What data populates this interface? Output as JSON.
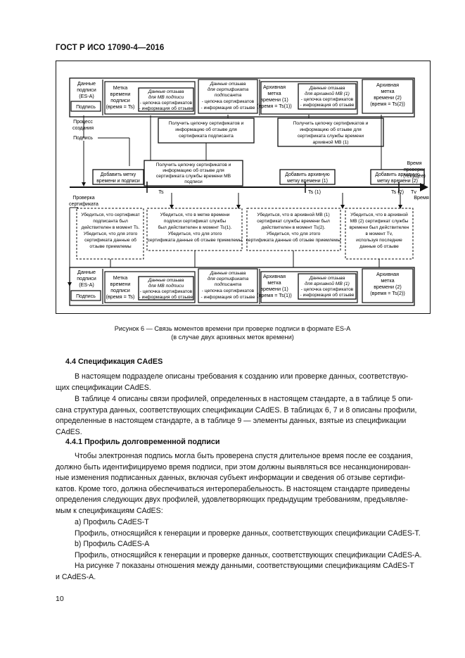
{
  "header": {
    "title": "ГОСТ Р ИСО 17090-4—2016"
  },
  "figure": {
    "top_row": {
      "data_signed": [
        "Данные",
        "подписи",
        "(ES-A)"
      ],
      "sign_label": "Подпись",
      "timestamp": [
        "Метка",
        "времени",
        "подписи",
        "(время = Ts)"
      ],
      "revoc_mv": [
        "Данные отзыва",
        "для МВ подписи",
        "- цепочка сертификатов",
        "- информация об отзыве"
      ],
      "revoc_signer": [
        "Данные отзыва",
        "для сертификата",
        "подписанта",
        "- цепочка сертификатов",
        "- информация об отзыве"
      ],
      "archive1": [
        "Архивная",
        "метка",
        "времени (1)",
        "(время = Ts(1))"
      ],
      "revoc_arch": [
        "Данные отзыва",
        "для архивной МВ (1)",
        "- цепочка сертификатов",
        "- информация об отзыве"
      ],
      "archive2": [
        "Архивная",
        "метка",
        "времени (2)",
        "(время = Ts(2))"
      ]
    },
    "process": [
      "Процесс",
      "создания"
    ],
    "signature_word": "Подпись",
    "get1": [
      "Получить цепочку сертификатов и",
      "информацию об отзыве для",
      "сертификата подписанта"
    ],
    "get2": [
      "Получить цепочку сертификатов и",
      "информацию об отзыве для",
      "сертификата службы времени",
      "архивной МВ (1)"
    ],
    "get3": [
      "Получить цепочку сертификатов и",
      "информацию об отзыве для",
      "сертификата службы времени МВ",
      "подписи"
    ],
    "add_ts": [
      "Добавить метку",
      "времени и подписи"
    ],
    "add_arch1": [
      "Добавить архивную",
      "метку времени (1)"
    ],
    "add_arch2": [
      "Добавить архивную",
      "метку времени (2)"
    ],
    "time_check": [
      "Время",
      "проверки",
      "(текущее)"
    ],
    "time_axis": "Время",
    "ticks": {
      "ts": "Ts",
      "ts1": "Ts (1)",
      "ts2": "Ts (2)",
      "tv": "Tv"
    },
    "check_cert": [
      "Проверка",
      "сертификата"
    ],
    "verify1": [
      "Убедиться, что сертификат",
      "подписанта был",
      "действителен в момент Ts.",
      "Убедиться, что для этого",
      "сертификата данные об",
      "отзыве приемлемы"
    ],
    "verify2": [
      "Убедиться, что в метке времени",
      "подписи сертификат службы",
      "был действителен в момент Ts(1).",
      "Убедиться, что для этого",
      "сертификата данные об отзыве приемлемы"
    ],
    "verify3": [
      "Убедиться, что в архивной МВ (1)",
      "сертификат службы времени был",
      "действителен в момент Ts(2).",
      "Убедиться, что для этого",
      "сертификата данные об отзыве приемлемы"
    ],
    "verify4": [
      "Убедиться, что в архивной",
      "МВ (2) сертификат службы",
      "времени был действителен",
      "в момент Tv,",
      "используя последние",
      "данные об отзыве"
    ]
  },
  "caption": [
    "Рисунок 6 — Связь моментов времени при проверке подписи в формате ES-A",
    "(в случае двух архивных меток времени)"
  ],
  "section_4_4": "4.4  Спецификация CAdES",
  "para1_l1": "В настоящем подразделе описаны требования к созданию или проверке данных, соответствую-",
  "para1_l2": "щих спецификации CAdES.",
  "para2_l1": "В таблице 4 описаны связи профилей, определенных в настоящем стандарте, а в таблице 5 опи-",
  "para2_l2": "сана структура данных, соответствующих спецификации CAdES. В таблицах 6, 7 и 8 описаны профили,",
  "para2_l3": "определенные в настоящем стандарте, а в таблице 9 — элементы данных, взятые из спецификации",
  "para2_l4": "CAdES.",
  "section_4_4_1": "4.4.1  Профиль долговременной подписи",
  "para3_l1": "Чтобы электронная подпись могла быть проверена спустя длительное время после ее создания,",
  "para3_l2": "должно быть идентифицируемо время подписи, при этом должны выявляться все несанкционирован-",
  "para3_l3": "ные изменения подписанных данных, включая субъект информации и сведения об отзыве сертифи-",
  "para3_l4": "катов. Кроме того, должна обеспечиваться интероперабельность. В настоящем стандарте приведены",
  "para3_l5": "определения следующих двух профилей, удовлетворяющих предыдущим требованиям, предъявляе-",
  "para3_l6": "мым к спецификациям CAdES:",
  "item_a": "а) Профиль CAdES-T",
  "item_a_text": "Профиль, относящийся к генерации и проверке данных, соответствующих спецификации CAdES-T.",
  "item_b": "b) Профиль CAdES-A",
  "item_b_text": "Профиль, относящийся к генерации и проверке данных, соответствующих спецификации CAdES-A.",
  "para4_l1": "На рисунке 7 показаны отношения между данными, соответствующими спецификациям CAdES-T",
  "para4_l2": "и CAdES-A.",
  "page_number": "10"
}
